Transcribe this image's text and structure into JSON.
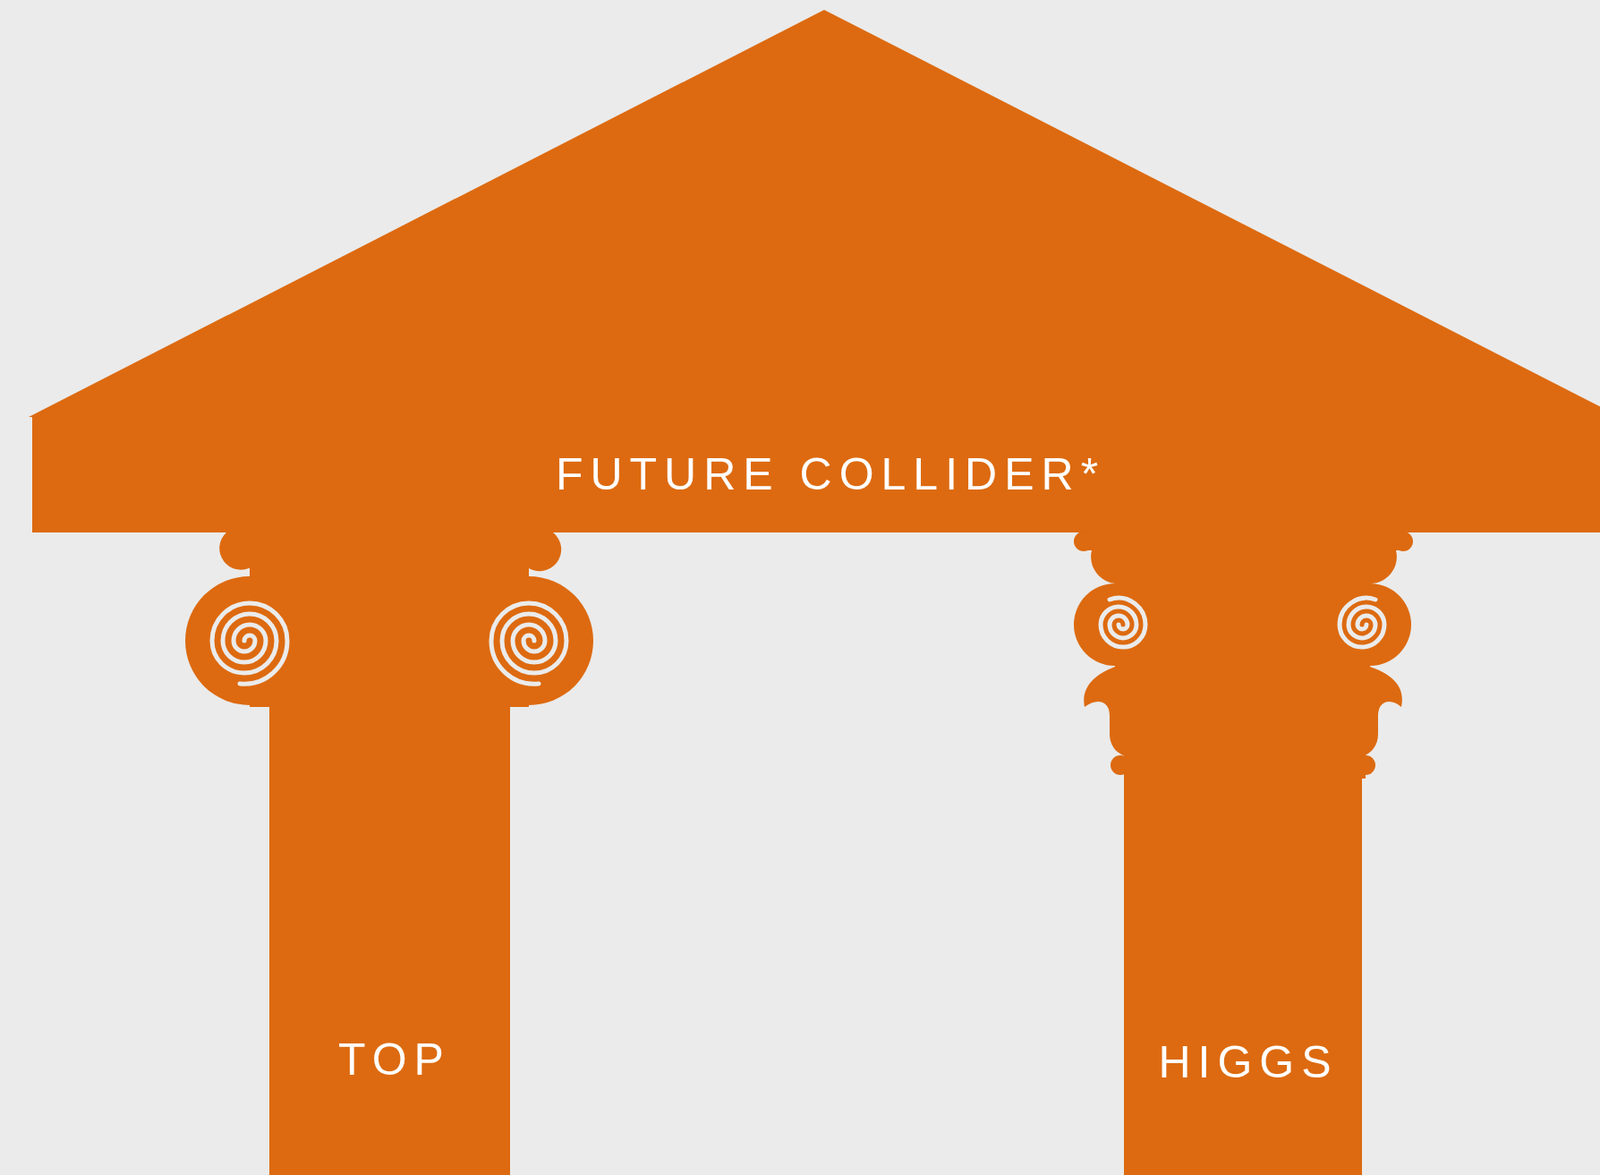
{
  "diagram": {
    "nodes": [
      {
        "text": [
          "FUTURE COLLIDER*"
        ]
      },
      {
        "text": [
          "TOP"
        ]
      },
      {
        "text": [
          "HIGGS"
        ]
      }
    ]
  }
}
